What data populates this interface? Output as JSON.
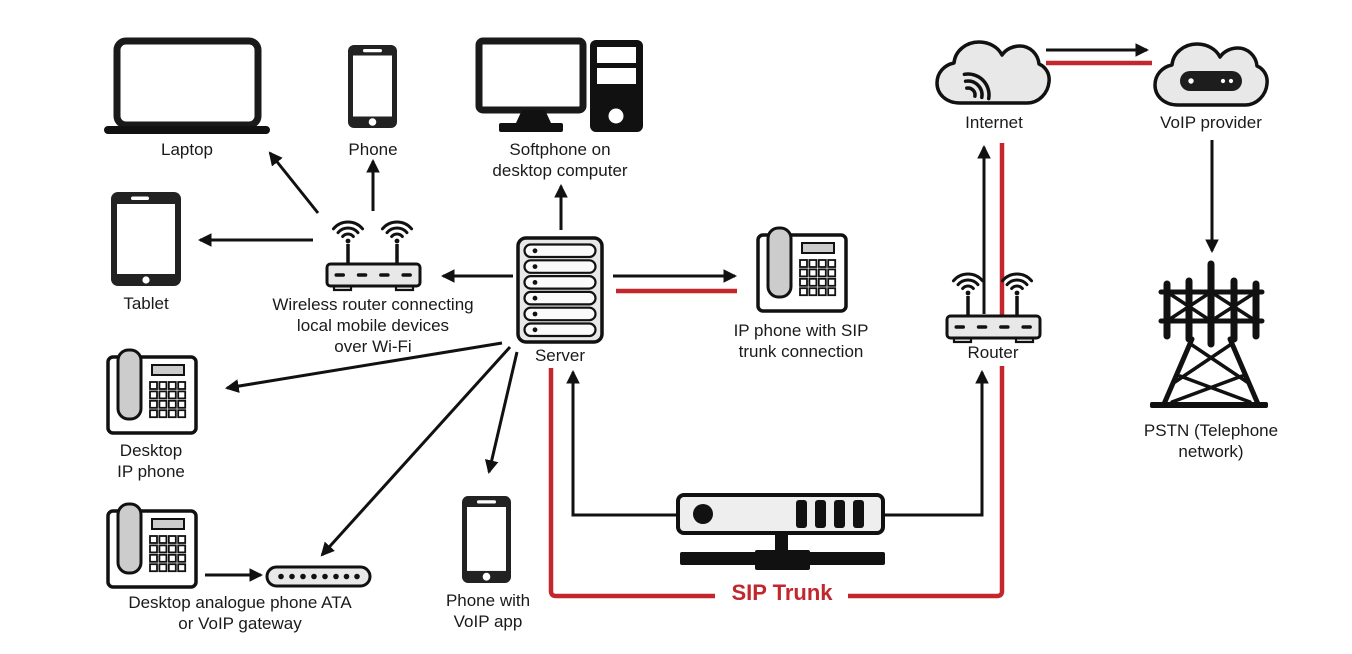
{
  "diagram_type": "voip-sip-trunk-network-diagram",
  "colors": {
    "accent_red": "#c1272d",
    "line_black": "#111111",
    "icon_gray_fill": "#e8e8e8",
    "handset_gray": "#cccccc"
  },
  "nodes": {
    "laptop": {
      "label": "Laptop"
    },
    "phone": {
      "label": "Phone"
    },
    "softphone": {
      "label": "Softphone on\ndesktop computer"
    },
    "tablet": {
      "label": "Tablet"
    },
    "wireless_router": {
      "label": "Wireless router connecting\nlocal mobile devices\nover Wi-Fi"
    },
    "server": {
      "label": "Server"
    },
    "ip_phone": {
      "label": "IP phone with SIP\ntrunk connection"
    },
    "desktop_ip_phone": {
      "label": "Desktop\nIP phone"
    },
    "analogue_phone": {
      "label": "Desktop analogue phone ATA\nor VoIP gateway"
    },
    "phone_voip_app": {
      "label": "Phone with\nVoIP app"
    },
    "sip_trunk": {
      "label": "SIP Trunk"
    },
    "router": {
      "label": "Router"
    },
    "internet": {
      "label": "Internet"
    },
    "voip_provider": {
      "label": "VoIP provider"
    },
    "pstn": {
      "label": "PSTN (Telephone\nnetwork)"
    }
  }
}
